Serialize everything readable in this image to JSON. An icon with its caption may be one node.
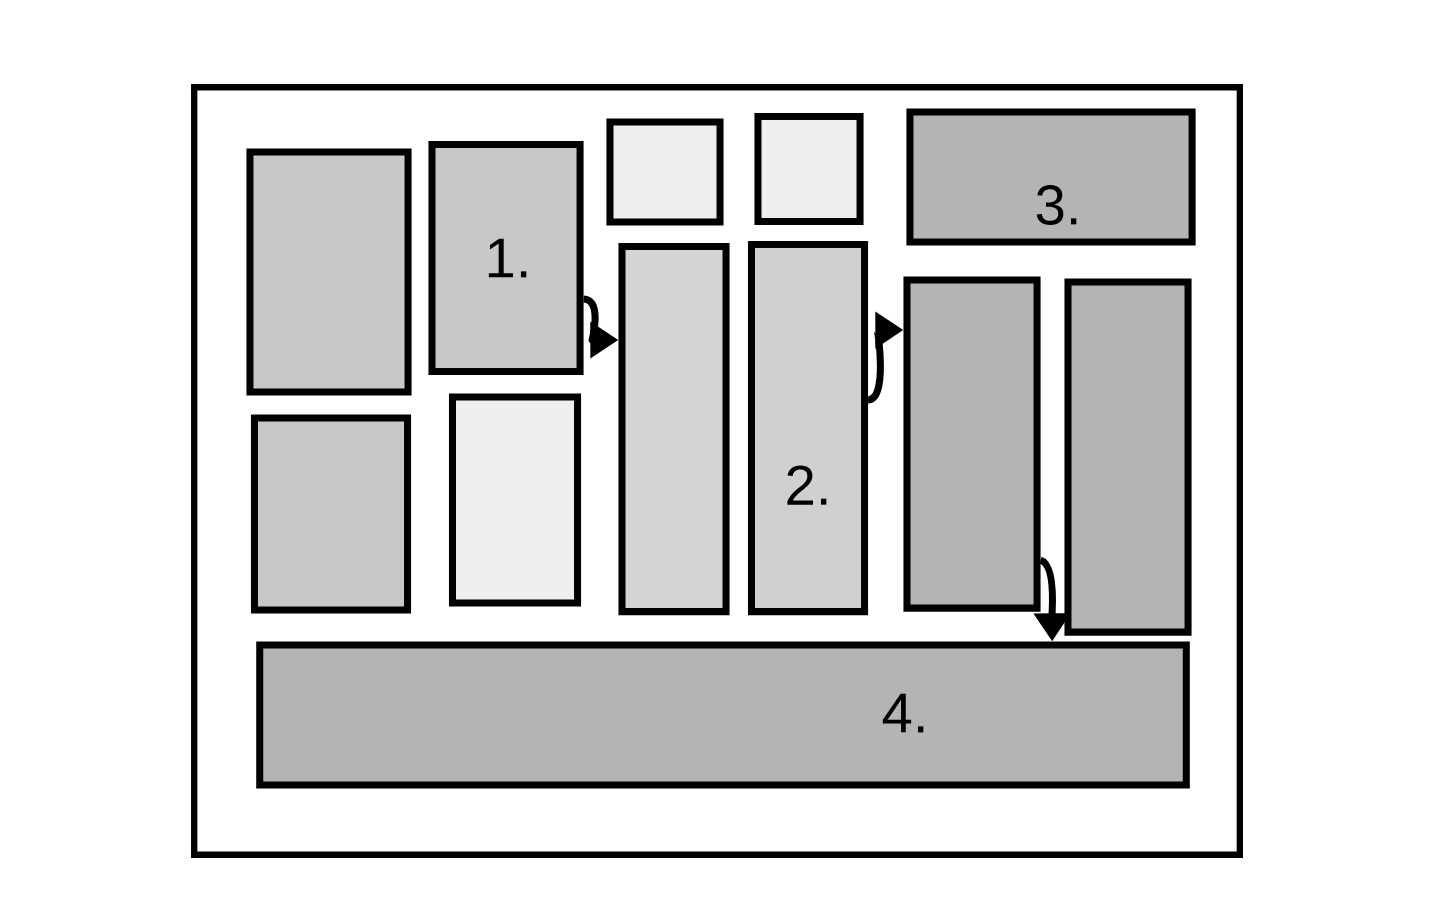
{
  "diagram": {
    "nodes": [
      {
        "text": [],
        "shape": "box"
      },
      {
        "text": [],
        "shape": "box",
        "in": 0
      },
      {
        "text": [
          "1."
        ],
        "in": 0
      },
      {
        "text": [],
        "shape": "box",
        "in": 0
      },
      {
        "text": [],
        "shape": "box",
        "in": 0
      },
      {
        "text": [
          "3."
        ],
        "in": 0
      },
      {
        "text": [],
        "shape": "box",
        "in": 0
      },
      {
        "text": [
          "2."
        ],
        "in": 0
      },
      {
        "text": [],
        "shape": "box",
        "in": 0
      },
      {
        "text": [],
        "shape": "box",
        "in": 0
      },
      {
        "text": [],
        "shape": "box",
        "in": 0
      },
      {
        "text": [],
        "shape": "box",
        "in": 0
      },
      {
        "text": [
          "4."
        ],
        "in": 0
      }
    ],
    "edges": [
      {
        "from": 2,
        "to": 6,
        "arrow": "to"
      },
      {
        "from": 7,
        "to": 8,
        "arrow": "to"
      },
      {
        "from": 8,
        "to": 12,
        "arrow": "to"
      }
    ]
  }
}
